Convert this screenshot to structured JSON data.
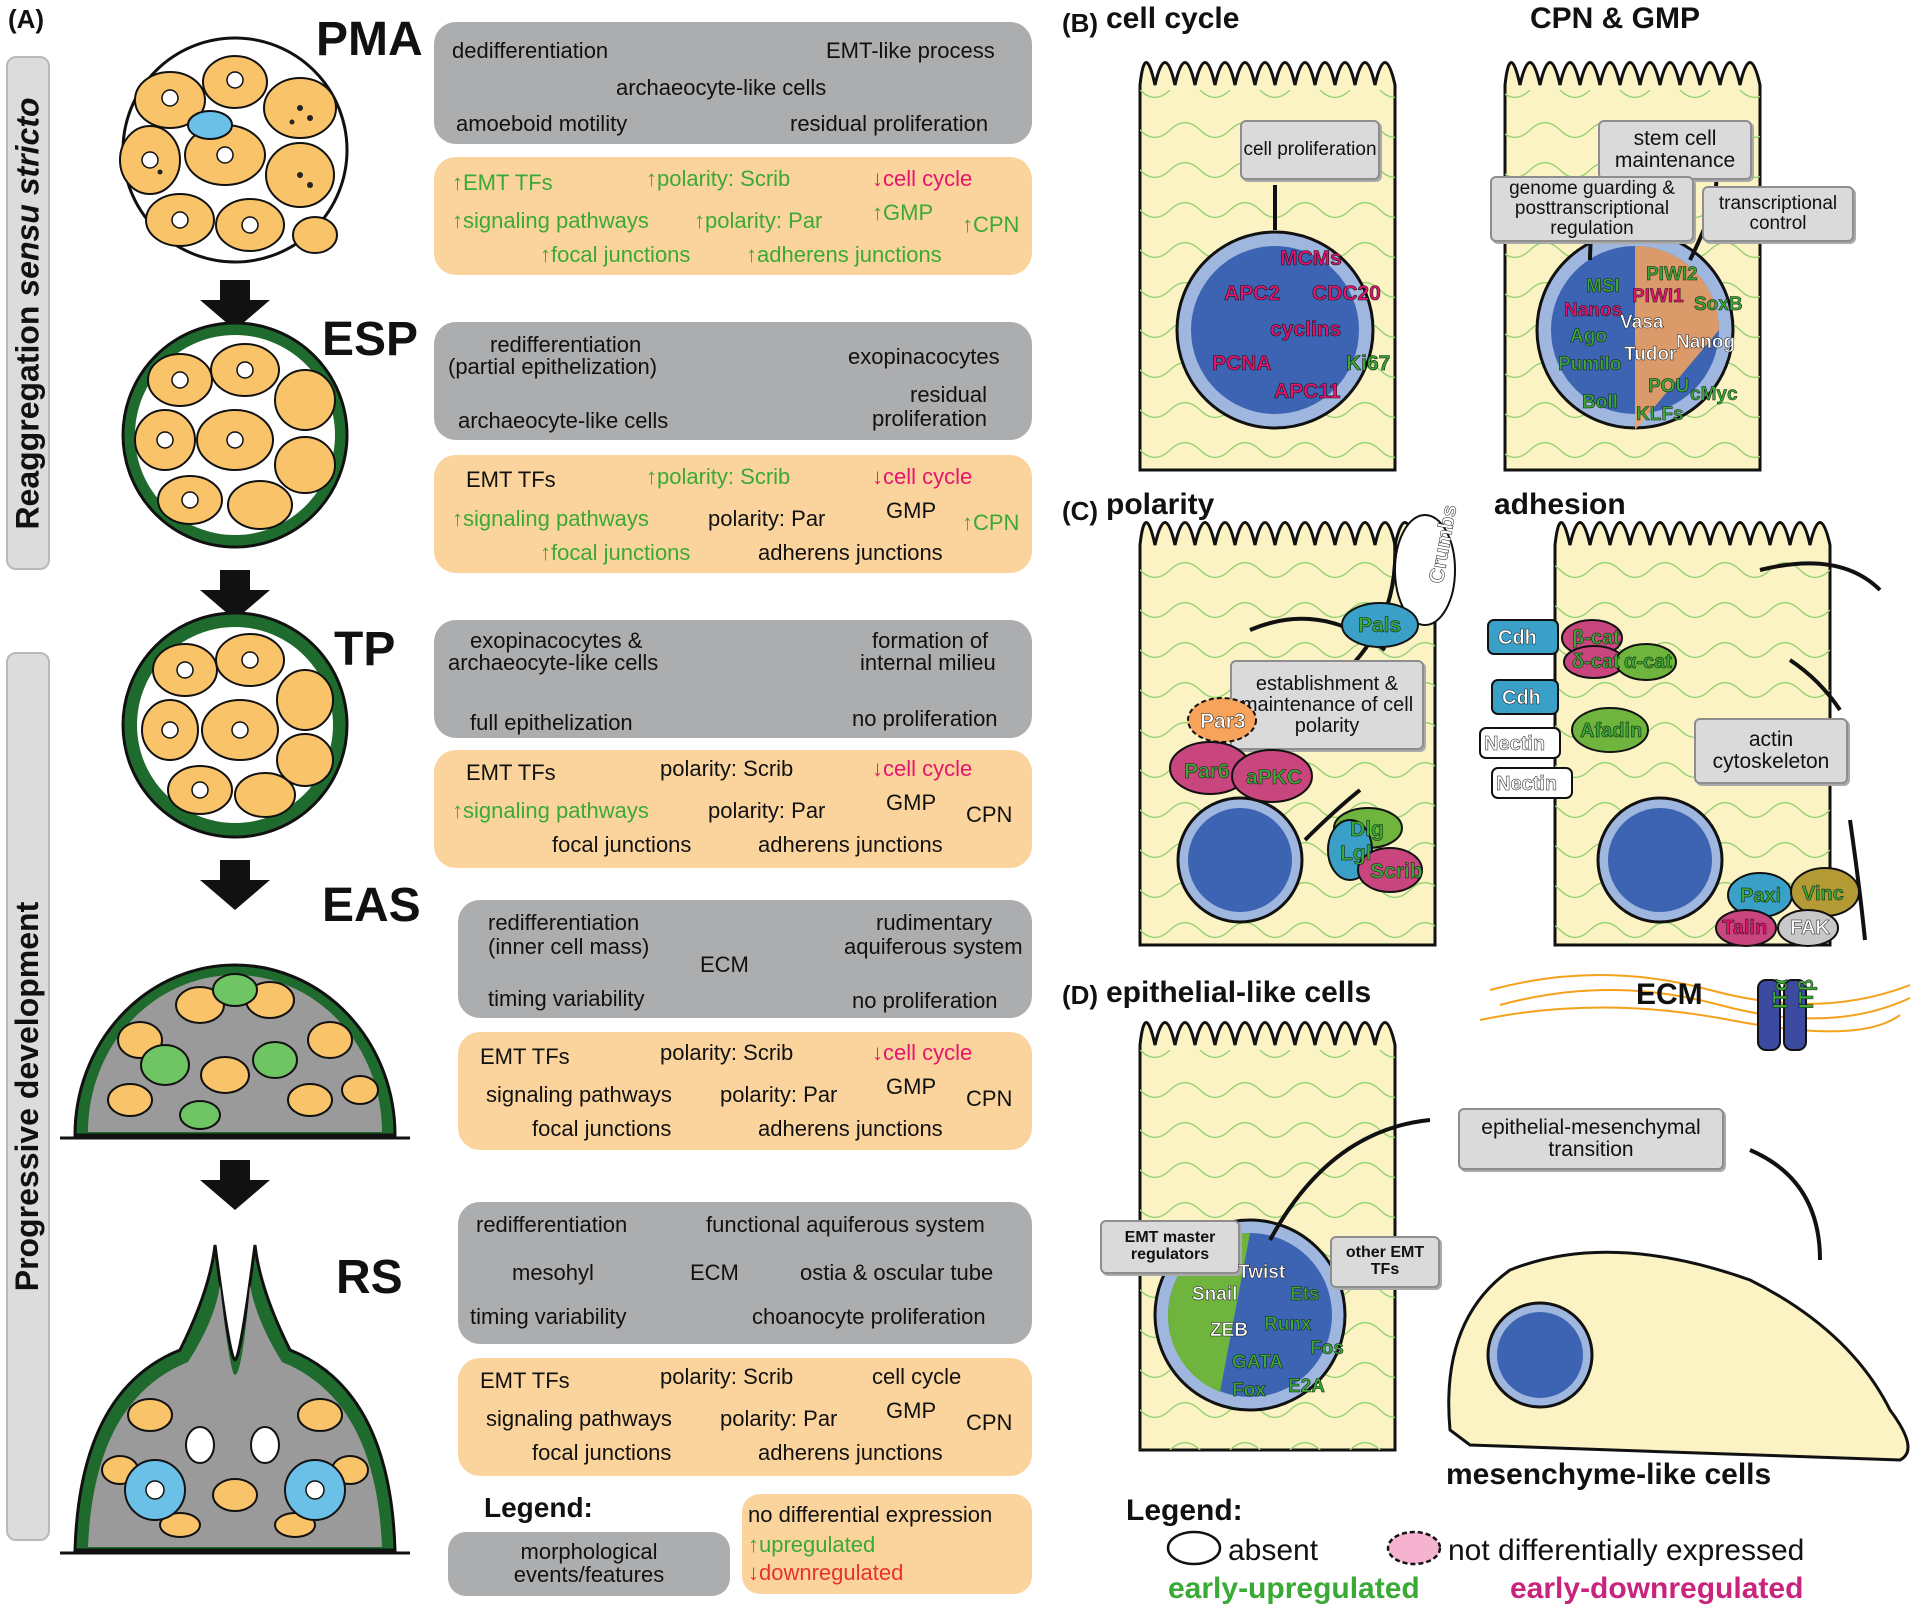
{
  "panels": {
    "a": "(A)",
    "b": "(B)",
    "c": "(C)",
    "d": "(D)"
  },
  "side_labels": {
    "top_pre": "Reaggregation ",
    "top_italic": "sensu stricto",
    "bottom": "Progressive development"
  },
  "stages": [
    {
      "name": "PMA",
      "gray": [
        "dedifferentiation",
        "EMT-like process",
        "archaeocyte-like cells",
        "amoeboid motility",
        "residual proliferation"
      ],
      "orange": [
        "↑EMT TFs",
        "↑polarity: Scrib",
        "↓cell cycle",
        "↑signaling pathways",
        "↑polarity: Par",
        "↑GMP",
        "↑CPN",
        "↑focal junctions",
        "↑adherens junctions"
      ]
    },
    {
      "name": "ESP",
      "gray": [
        "redifferentiation",
        "(partial epithelization)",
        "exopinacocytes",
        "archaeocyte-like cells",
        "residual",
        "proliferation"
      ],
      "orange": [
        "EMT TFs",
        "↑polarity: Scrib",
        "↓cell cycle",
        "↑signaling pathways",
        "polarity: Par",
        "GMP",
        "↑CPN",
        "↑focal junctions",
        "adherens junctions"
      ]
    },
    {
      "name": "TP",
      "gray": [
        "exopinacocytes &",
        "archaeocyte-like cells",
        "formation of",
        "internal milieu",
        "full epithelization",
        "no proliferation"
      ],
      "orange": [
        "EMT TFs",
        "polarity: Scrib",
        "↓cell cycle",
        "↑signaling pathways",
        "polarity: Par",
        "GMP",
        "CPN",
        "focal junctions",
        "adherens junctions"
      ]
    },
    {
      "name": "EAS",
      "gray": [
        "redifferentiation",
        "(inner cell mass)",
        "rudimentary",
        "aquiferous system",
        "ECM",
        "timing variability",
        "no proliferation"
      ],
      "orange": [
        "EMT TFs",
        "polarity: Scrib",
        "↓cell cycle",
        "signaling pathways",
        "polarity: Par",
        "GMP",
        "CPN",
        "focal junctions",
        "adherens junctions"
      ]
    },
    {
      "name": "RS",
      "gray": [
        "redifferentiation",
        "functional aquiferous system",
        "mesohyl",
        "ECM",
        "ostia & oscular tube",
        "timing variability",
        "choanocyte proliferation"
      ],
      "orange": [
        "EMT TFs",
        "polarity: Scrib",
        "cell cycle",
        "signaling pathways",
        "polarity: Par",
        "GMP",
        "CPN",
        "focal junctions",
        "adherens junctions"
      ]
    }
  ],
  "legend_a": {
    "title": "Legend:",
    "gray": "morphological events/features",
    "orange": [
      "no differential expression",
      "↑upregulated",
      "↓downregulated"
    ]
  },
  "b": {
    "cell_cycle": {
      "heading": "cell cycle",
      "box": "cell proliferation",
      "genes": [
        "MCMs",
        "APC2",
        "CDC20",
        "cyclins",
        "PCNA",
        "APC11",
        "Ki67"
      ]
    },
    "cpn_gmp": {
      "heading": "CPN & GMP",
      "box_top": "stem cell maintenance",
      "box_left": "genome guarding & posttranscriptional regulation",
      "box_right": "transcriptional control",
      "genes": [
        "PIWI2",
        "MSI",
        "PIWI1",
        "Nanos",
        "SoxB",
        "Vasa",
        "Ago",
        "Nanog",
        "Tudor",
        "Pumilo",
        "POU",
        "Boll",
        "KLFs",
        "cMyc"
      ]
    }
  },
  "c": {
    "polarity": {
      "heading": "polarity",
      "box": "establishment & maintenance of cell polarity",
      "proteins": [
        "Crumbs",
        "Pals",
        "Par3",
        "Par6",
        "aPKC",
        "Dlg",
        "Lgl",
        "Scrib"
      ]
    },
    "adhesion": {
      "heading": "adhesion",
      "box": "actin cytoskeleton",
      "proteins": [
        "Cdh",
        "Cdh",
        "β-cat",
        "δ-cat",
        "α-cat",
        "Nectin",
        "Nectin",
        "Afadin",
        "Paxi",
        "Vinc",
        "Talin",
        "FAK",
        "ITα",
        "ITβ"
      ],
      "ecm": "ECM"
    }
  },
  "d": {
    "heading": "epithelial-like cells",
    "box_emt": "epithelial-mesenchymal transition",
    "box_master": "EMT master regulators",
    "box_other": "other EMT TFs",
    "genes": [
      "Twist",
      "Snail",
      "ZEB",
      "Ets",
      "Runx",
      "Fos",
      "GATA",
      "Fox",
      "E2A"
    ],
    "mesenchyme": "mesenchyme-like cells"
  },
  "legend_b": {
    "title": "Legend:",
    "absent": "absent",
    "not_diff": "not differentially expressed",
    "early_up": "early-upregulated",
    "early_down": "early-downregulated"
  },
  "colors": {
    "gray_box": "#acadaf",
    "orange_box": "#fbd49d",
    "up": "#3aa935",
    "down": "#e5156f",
    "cell_fill": "#fbf3c4",
    "microvilli": "#8fd16e",
    "nucleus": "#3c64b2",
    "sponge_green": "#1f6b2e",
    "sponge_yellow": "#f9c36a"
  }
}
